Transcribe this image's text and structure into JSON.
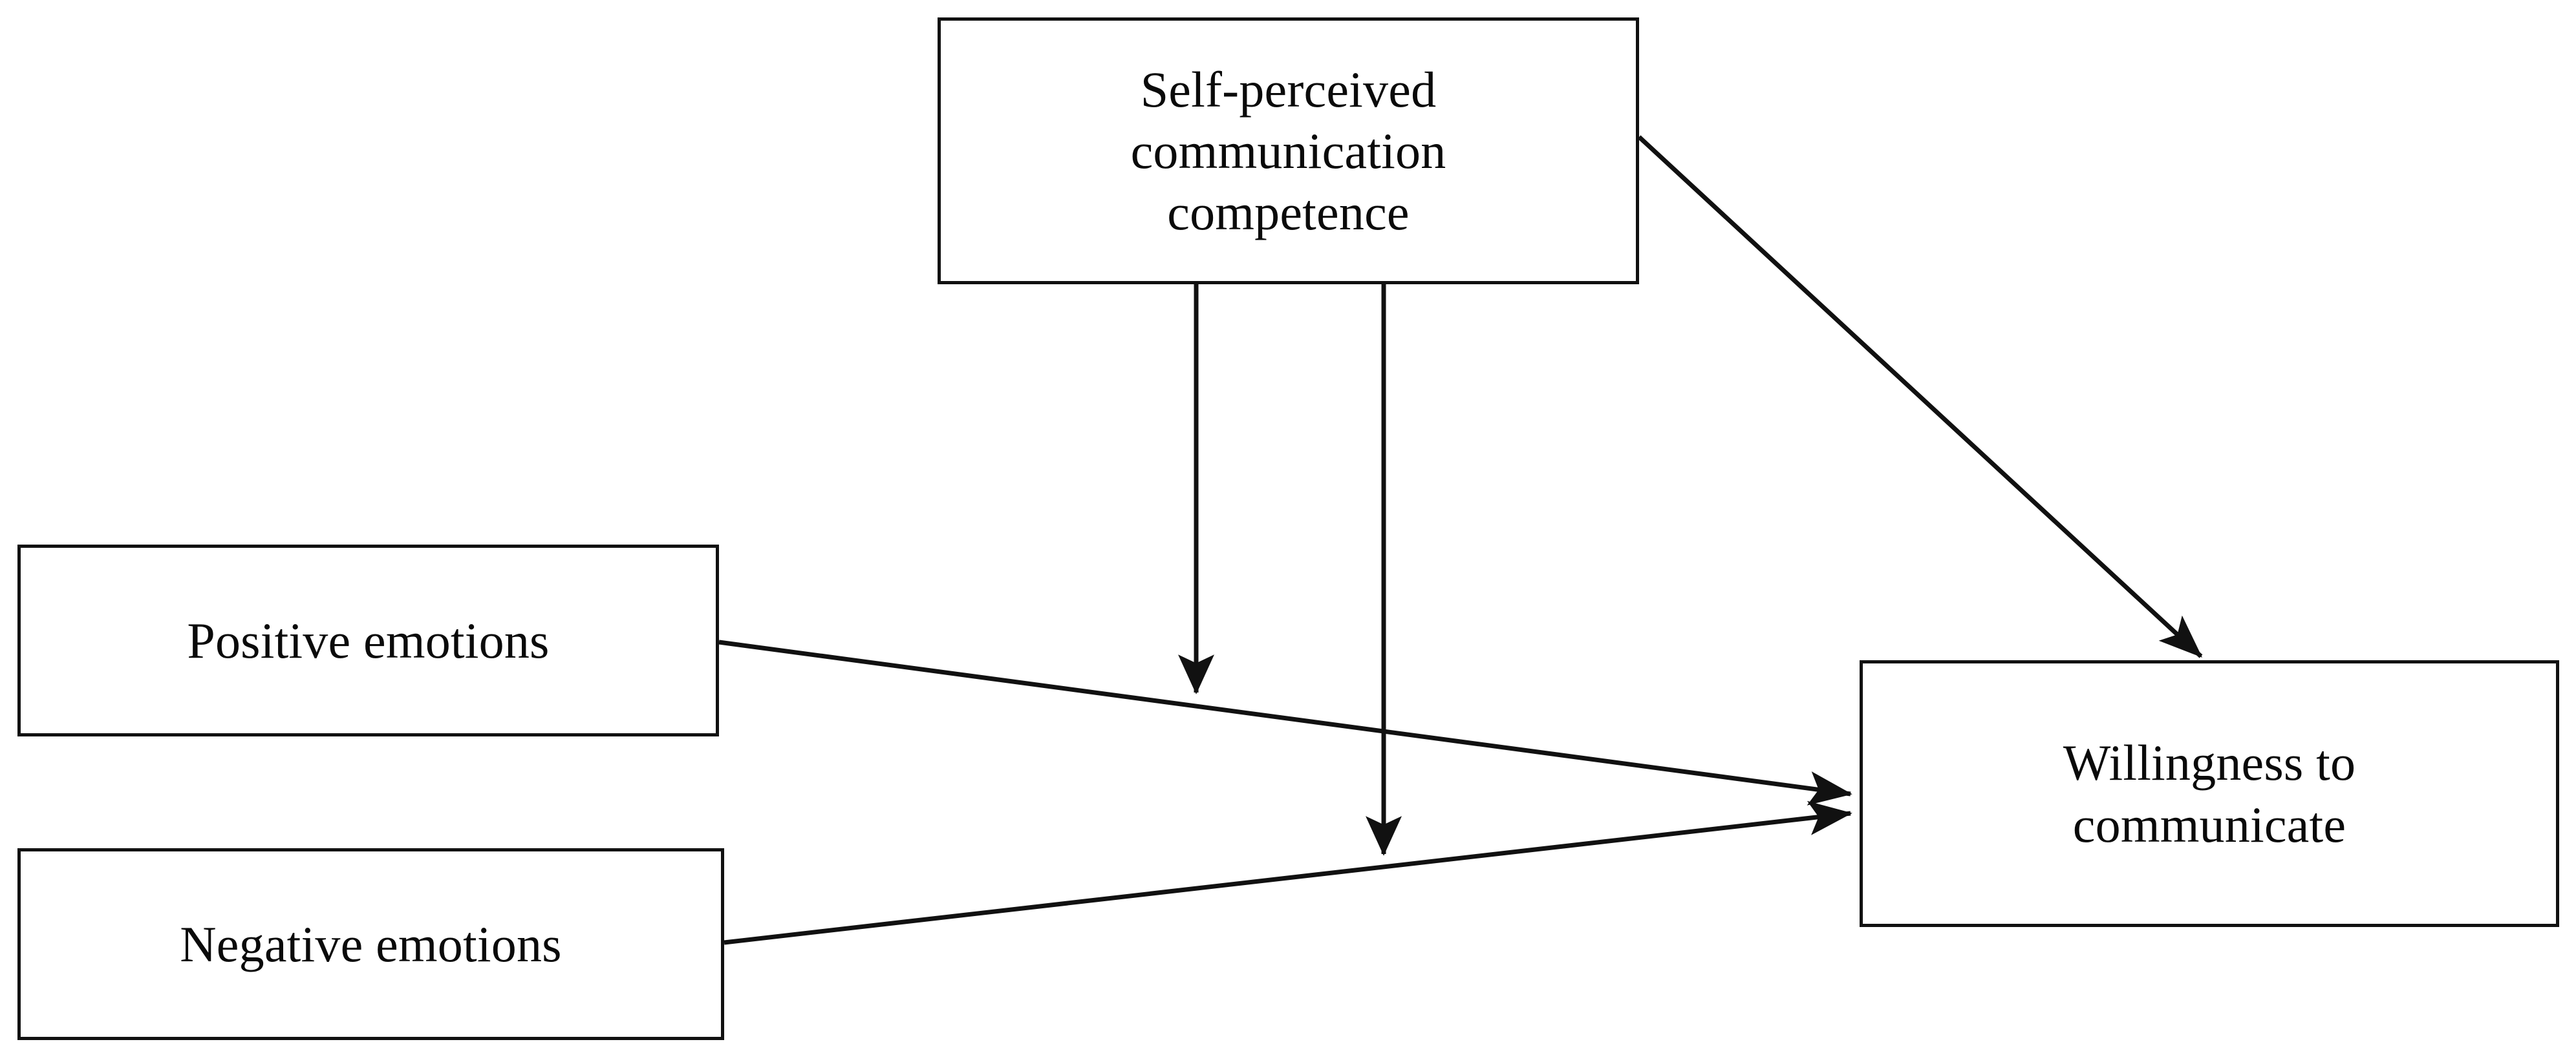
{
  "diagram": {
    "type": "path-model",
    "title": "",
    "background_color": "#ffffff",
    "line_color": "#111111",
    "text_color": "#0a0a0a",
    "nodes": [
      {
        "id": "spcc",
        "label": "Self-perceived\ncommunication\ncompetence",
        "plain_label": "Self-perceived communication competence"
      },
      {
        "id": "positive_emotions",
        "label": "Positive emotions",
        "plain_label": "Positive emotions"
      },
      {
        "id": "negative_emotions",
        "label": "Negative emotions",
        "plain_label": "Negative emotions"
      },
      {
        "id": "wtc",
        "label": "Willingness to\ncommunicate",
        "plain_label": "Willingness to communicate"
      }
    ],
    "edges": [
      {
        "id": "edge-spcc-to-wtc",
        "from": "spcc",
        "to": "wtc",
        "label": "",
        "arrow": "single"
      },
      {
        "id": "edge-spcc-moderates-positive",
        "from": "spcc",
        "to": "edge-positive-to-wtc",
        "label": "",
        "arrow": "single"
      },
      {
        "id": "edge-spcc-moderates-negative",
        "from": "spcc",
        "to": "edge-negative-to-wtc",
        "label": "",
        "arrow": "single"
      },
      {
        "id": "edge-positive-to-wtc",
        "from": "positive_emotions",
        "to": "wtc",
        "label": "",
        "arrow": "single"
      },
      {
        "id": "edge-negative-to-wtc",
        "from": "negative_emotions",
        "to": "wtc",
        "label": "",
        "arrow": "single"
      }
    ]
  }
}
